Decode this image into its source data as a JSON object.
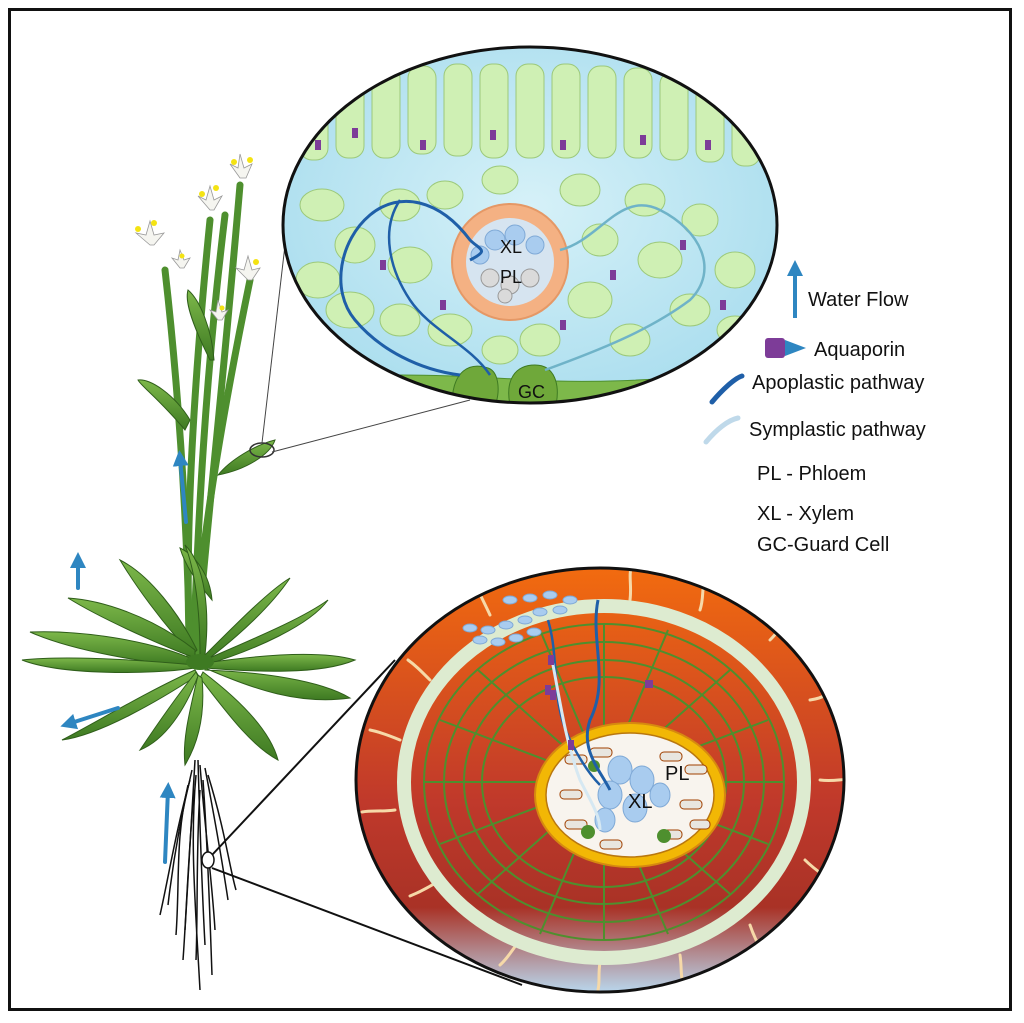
{
  "labels": {
    "leaf_xylem": "XL",
    "leaf_phloem": "PL",
    "guard_cell": "GC",
    "root_phloem": "PL",
    "root_xylem": "XL"
  },
  "legend": {
    "water_flow": "Water Flow",
    "aquaporin": "Aquaporin",
    "apoplastic": "Apoplastic pathway",
    "symplastic": "Symplastic pathway",
    "phloem_def": "PL - Phloem",
    "xylem_def": "XL - Xylem",
    "guard_def": "GC-Guard Cell"
  },
  "colors": {
    "water_arrow": "#2E86C1",
    "aquaporin_body": "#7D3C98",
    "aquaporin_tip": "#2E86C1",
    "apoplastic": "#1F5FA8",
    "symplastic": "#BFD9EA",
    "leaf_bg": "#BFE6F2",
    "mesophyll_cell": "#CFF0B4",
    "guard_cell": "#6FA83A",
    "root_outer": "#E8590C",
    "root_inner": "#A93226",
    "endodermis": "#F2B705"
  }
}
